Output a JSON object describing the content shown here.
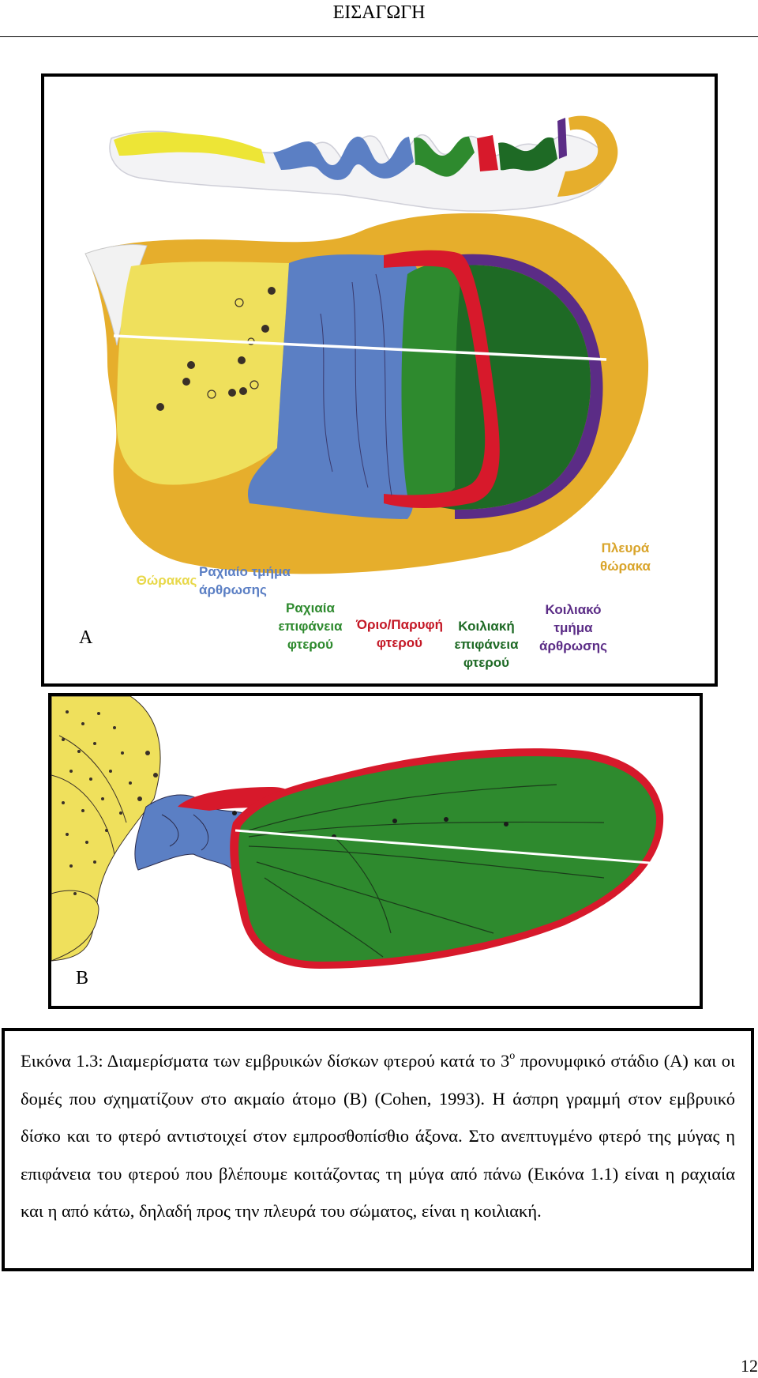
{
  "header": {
    "title": "ΕΙΣΑΓΩΓΗ"
  },
  "figure": {
    "panel_a": {
      "letter": "A",
      "labels": {
        "thorax": "Θώρακας",
        "dorsal_hinge": "Ραχιαίο τμήμα\nάρθρωσης",
        "dorsal_wing_surface": "Ραχιαία\nεπιφάνεια\nφτερού",
        "wing_margin": "Όριο/Παρυφή\nφτερού",
        "ventral_wing_surface": "Κοιλιακή\nεπιφάνεια\nφτερού",
        "ventral_hinge": "Κοιλιακό\nτμήμα\nάρθρωσης",
        "pleura": "Πλευρά\nθώρακα"
      }
    },
    "panel_b": {
      "letter": "B"
    },
    "colors": {
      "thorax_yellow": "#efe05c",
      "hinge_blue": "#5b7fc4",
      "dorsal_green": "#2e8a2e",
      "ventral_green": "#1e6a25",
      "margin_red": "#d7192b",
      "hinge_purple": "#5b2c86",
      "pleura_ochre": "#e6ae2c"
    }
  },
  "caption": {
    "part1": "Εικόνα 1.3: Διαμερίσματα των εμβρυικών δίσκων φτερού κατά το 3",
    "superscript": "ο",
    "part2": " προνυμφικό στάδιο (Α) και οι δομές που  σχηματίζουν στο ακμαίο άτομο (Β) (Cohen, 1993). Η άσπρη γραμμή στον εμβρυικό δίσκο και το φτερό αντιστοιχεί στον εμπροσθοπίσθιο άξονα. Στο ανεπτυγμένο φτερό της μύγας η επιφάνεια του φτερού που βλέπουμε κοιτάζοντας τη μύγα  από πάνω (Εικόνα 1.1) είναι η ραχιαία και η από κάτω, δηλαδή προς την πλευρά του σώματος, είναι η κοιλιακή."
  },
  "page_number": "12"
}
